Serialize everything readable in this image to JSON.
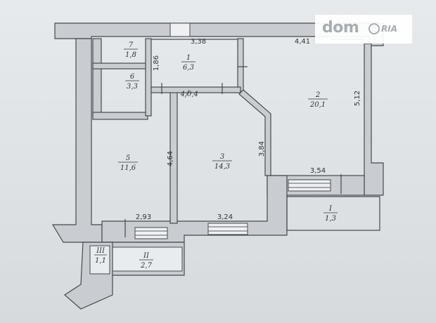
{
  "watermark": {
    "brand": "dom",
    "suffix": "RIA"
  },
  "rooms": [
    {
      "id": "r1",
      "number": "1",
      "area": "6,3"
    },
    {
      "id": "r2",
      "number": "2",
      "area": "20,1"
    },
    {
      "id": "r3",
      "number": "3",
      "area": "14,3"
    },
    {
      "id": "r5",
      "number": "5",
      "area": "11,6"
    },
    {
      "id": "r6",
      "number": "6",
      "area": "3,3"
    },
    {
      "id": "r7",
      "number": "7",
      "area": "1,8"
    },
    {
      "id": "r4",
      "number": "4",
      "area": "0,4"
    },
    {
      "id": "bI",
      "number": "I",
      "area": "1,3"
    },
    {
      "id": "bII",
      "number": "II",
      "area": "2,7"
    },
    {
      "id": "bIII",
      "number": "III",
      "area": "1,1"
    }
  ],
  "dimensions": {
    "top_left": "3,38",
    "top_right": "4,41",
    "right": "5,12",
    "corridor": "1,86",
    "r3_right": "3,84",
    "r2_bottom": "3,54",
    "r5_right": "4,64",
    "r5_bottom": "2,93",
    "r3_bottom": "3,24"
  },
  "colors": {
    "wall": "#c9cdd1",
    "line": "#454a50",
    "paper": "#e7eaec"
  }
}
